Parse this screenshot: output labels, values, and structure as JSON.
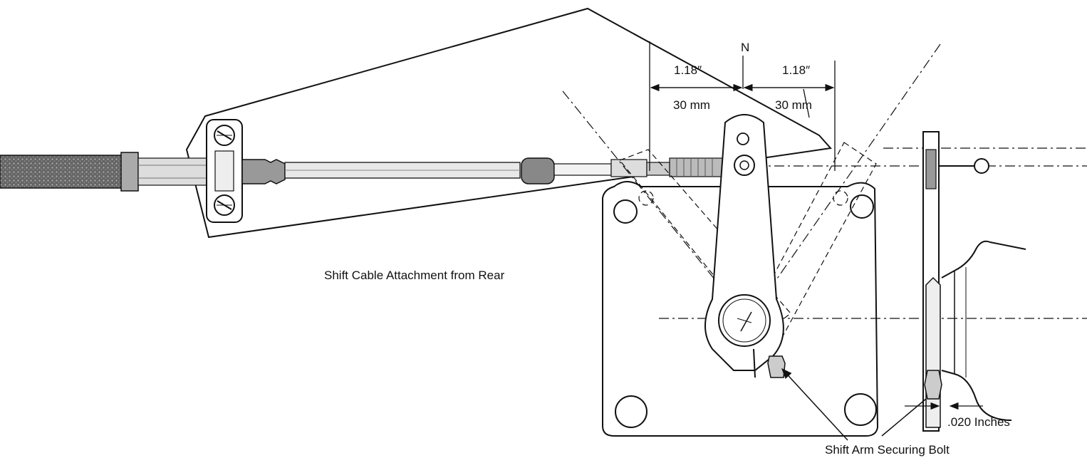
{
  "labels": {
    "neutral": "N",
    "dim_left_in": "1.18″",
    "dim_left_mm": "30 mm",
    "dim_right_in": "1.18″",
    "dim_right_mm": "30 mm",
    "caption_rear": "Shift Cable Attachment from Rear",
    "clearance": ".020 Inches",
    "bolt": "Shift Arm Securing Bolt"
  }
}
